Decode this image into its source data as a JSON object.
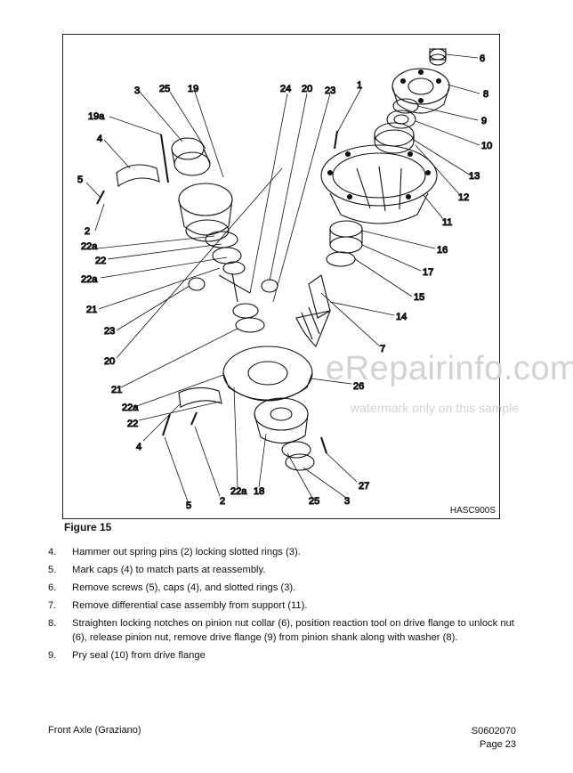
{
  "figure": {
    "code": "HASC900S",
    "caption": "Figure 15",
    "callouts": [
      {
        "id": "c6",
        "text": "6"
      },
      {
        "id": "c8",
        "text": "8"
      },
      {
        "id": "c9",
        "text": "9"
      },
      {
        "id": "c10",
        "text": "10"
      },
      {
        "id": "c13",
        "text": "13"
      },
      {
        "id": "c12",
        "text": "12"
      },
      {
        "id": "c11",
        "text": "11"
      },
      {
        "id": "c16",
        "text": "16"
      },
      {
        "id": "c17",
        "text": "17"
      },
      {
        "id": "c15",
        "text": "15"
      },
      {
        "id": "c14",
        "text": "14"
      },
      {
        "id": "c7",
        "text": "7"
      },
      {
        "id": "c26",
        "text": "26"
      },
      {
        "id": "c27",
        "text": "27"
      },
      {
        "id": "c3b",
        "text": "3"
      },
      {
        "id": "c25b",
        "text": "25"
      },
      {
        "id": "c18",
        "text": "18"
      },
      {
        "id": "c22ab",
        "text": "22a"
      },
      {
        "id": "c2b",
        "text": "2"
      },
      {
        "id": "c5b",
        "text": "5"
      },
      {
        "id": "c4b",
        "text": "4"
      },
      {
        "id": "c22c",
        "text": "22"
      },
      {
        "id": "c22ad",
        "text": "22a"
      },
      {
        "id": "c21b",
        "text": "21"
      },
      {
        "id": "c20b",
        "text": "20"
      },
      {
        "id": "c23b",
        "text": "23"
      },
      {
        "id": "c21a",
        "text": "21"
      },
      {
        "id": "c22aa",
        "text": "22a"
      },
      {
        "id": "c22a",
        "text": "22"
      },
      {
        "id": "c22ac",
        "text": "22a"
      },
      {
        "id": "c2a",
        "text": "2"
      },
      {
        "id": "c5a",
        "text": "5"
      },
      {
        "id": "c4a",
        "text": "4"
      },
      {
        "id": "c19a",
        "text": "19a"
      },
      {
        "id": "c3a",
        "text": "3"
      },
      {
        "id": "c25a",
        "text": "25"
      },
      {
        "id": "c19",
        "text": "19"
      },
      {
        "id": "c24",
        "text": "24"
      },
      {
        "id": "c20a",
        "text": "20"
      },
      {
        "id": "c23a",
        "text": "23"
      },
      {
        "id": "c1",
        "text": "1"
      }
    ]
  },
  "watermark": {
    "main": "eRepairinfo.com",
    "sub": "watermark only on this sample"
  },
  "steps": [
    {
      "num": "4.",
      "text": "Hammer out spring pins (2) locking slotted rings (3)."
    },
    {
      "num": "5.",
      "text": "Mark caps (4) to match parts at reassembly."
    },
    {
      "num": "6.",
      "text": "Remove screws (5), caps (4), and slotted rings (3)."
    },
    {
      "num": "7.",
      "text": "Remove differential case assembly from support (11)."
    },
    {
      "num": "8.",
      "text": "Straighten locking notches on pinion nut collar (6), position reaction tool on drive flange to unlock nut (6), release pinion nut, remove drive flange (9) from pinion shank along with washer (8)."
    },
    {
      "num": "9.",
      "text": "Pry seal (10) from drive flange"
    }
  ],
  "footer": {
    "left": "Front Axle (Graziano)",
    "doc_code": "S0602070",
    "page": "Page 23"
  }
}
